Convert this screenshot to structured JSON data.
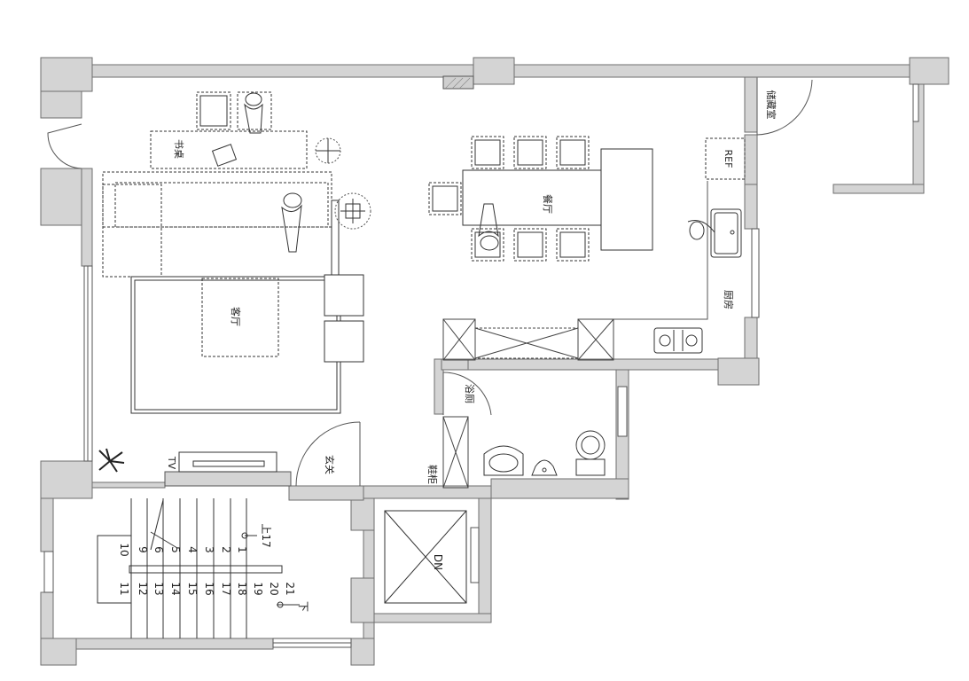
{
  "plan": {
    "rooms": {
      "living_room": "客厅",
      "dining_room": "餐厅",
      "kitchen": "厨房",
      "bathroom": "浴厕",
      "entrance": "玄关",
      "storage": "储藏室",
      "study_desk": "书桌",
      "shoe_cabinet": "鞋柜"
    },
    "fixtures": {
      "refrigerator": "REF",
      "tv": "TV"
    },
    "stairs": {
      "up_label": "上17",
      "down_label": "下",
      "dn_label": "DN",
      "upper_row": [
        "10",
        "9",
        "6",
        "5",
        "4",
        "3",
        "2",
        "1"
      ],
      "lower_row": [
        "11",
        "12",
        "13",
        "14",
        "15",
        "16",
        "17",
        "18",
        "19",
        "20",
        "21"
      ]
    }
  }
}
